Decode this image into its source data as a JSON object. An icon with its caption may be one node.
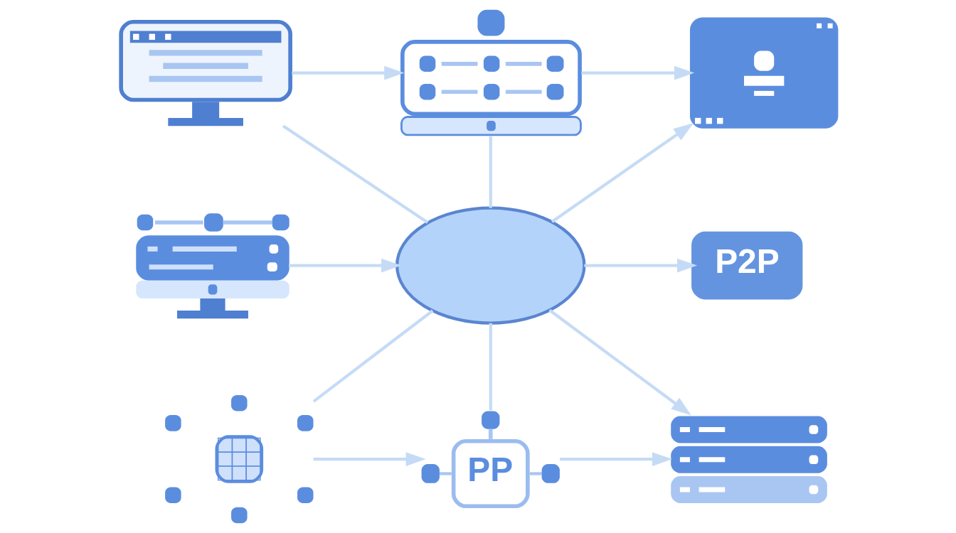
{
  "diagram": {
    "nodes": [
      {
        "text": [],
        "shape": "picture"
      },
      {
        "text": [],
        "shape": "picture"
      },
      {
        "text": [],
        "shape": "picture"
      },
      {
        "text": [],
        "shape": "picture"
      },
      {
        "text": [],
        "shape": "cloud"
      },
      {
        "text": [
          "P2P"
        ]
      },
      {
        "text": [],
        "shape": "picture"
      },
      {
        "text": [
          "PP"
        ]
      },
      {
        "text": [],
        "shape": "picture"
      }
    ],
    "edges": [
      {
        "from": 0,
        "to": 1,
        "arrow": "to"
      },
      {
        "from": 1,
        "to": 2,
        "arrow": "to"
      },
      {
        "from": 0,
        "to": 4,
        "arrow": "none"
      },
      {
        "from": 1,
        "to": 4,
        "arrow": "none"
      },
      {
        "from": 4,
        "to": 2,
        "arrow": "to"
      },
      {
        "from": 3,
        "to": 4,
        "arrow": "to"
      },
      {
        "from": 4,
        "to": 5,
        "arrow": "to"
      },
      {
        "from": 6,
        "to": 4,
        "arrow": "none"
      },
      {
        "from": 4,
        "to": 7,
        "arrow": "none"
      },
      {
        "from": 4,
        "to": 8,
        "arrow": "to"
      },
      {
        "from": 6,
        "to": 7,
        "arrow": "to"
      },
      {
        "from": 7,
        "to": 8,
        "arrow": "to"
      }
    ]
  }
}
